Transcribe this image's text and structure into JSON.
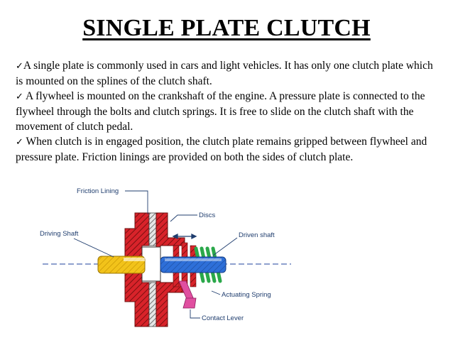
{
  "slide": {
    "title": "SINGLE PLATE CLUTCH",
    "bullets": [
      {
        "check_icon": "check-mark-icon",
        "text": "A single plate is commonly used in cars and light vehicles. It has only one clutch plate which is mounted on the splines of the clutch shaft."
      },
      {
        "check_icon": "check-mark-icon",
        "text": "A flywheel is mounted on the crankshaft of the engine. A pressure plate is connected to the flywheel through the bolts and clutch springs. It is free to slide on the clutch shaft with the movement of clutch pedal."
      },
      {
        "check_icon": "check-mark-icon",
        "text": "When clutch is in engaged position, the clutch plate remains gripped between flywheel and pressure plate. Friction linings are provided on both the sides of clutch plate."
      }
    ]
  },
  "diagram": {
    "labels": {
      "friction_lining": "Friction Lining",
      "discs": "Discs",
      "driving_shaft": "Driving Shaft",
      "driven_shaft": "Driven shaft",
      "actuating_spring": "Actuating Spring",
      "contact_lever": "Contact Lever"
    },
    "colors": {
      "label_text": "#1f3d6e",
      "flywheel_red": "#d8232a",
      "driving_shaft_yellow": "#f2c31a",
      "driven_shaft_blue": "#2e6fd8",
      "spring_green": "#2aa84a",
      "lever_pink": "#e04fa0",
      "centerline": "#4a68b0"
    }
  }
}
